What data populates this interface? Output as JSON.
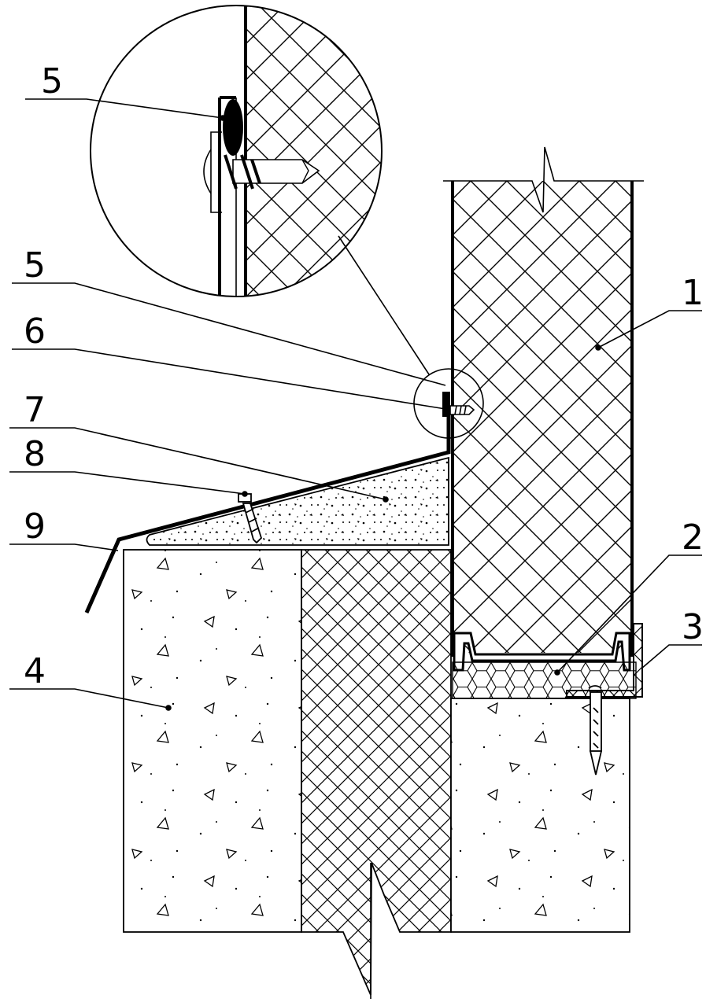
{
  "callouts": [
    {
      "id": "5a",
      "text": "5"
    },
    {
      "id": "5",
      "text": "5"
    },
    {
      "id": "6",
      "text": "6"
    },
    {
      "id": "7",
      "text": "7"
    },
    {
      "id": "8",
      "text": "8"
    },
    {
      "id": "9",
      "text": "9"
    },
    {
      "id": "1",
      "text": "1"
    },
    {
      "id": "2",
      "text": "2"
    },
    {
      "id": "3",
      "text": "3"
    },
    {
      "id": "4",
      "text": "4"
    }
  ]
}
